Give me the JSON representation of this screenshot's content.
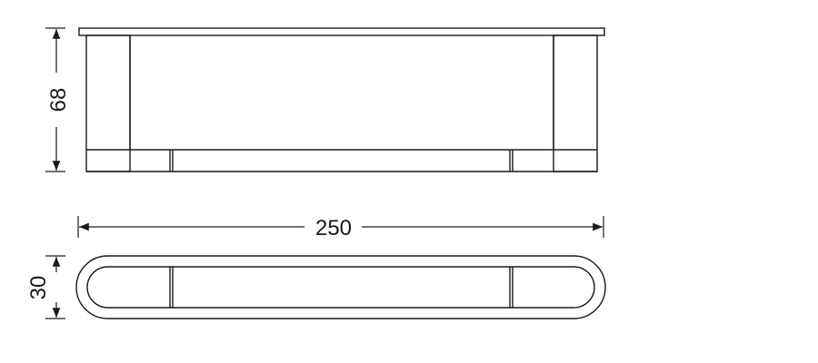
{
  "drawing": {
    "dimensions": {
      "height": "68",
      "length": "250",
      "depth": "30"
    }
  },
  "colors": {
    "line": "#1a1a1a",
    "background": "#ffffff"
  }
}
